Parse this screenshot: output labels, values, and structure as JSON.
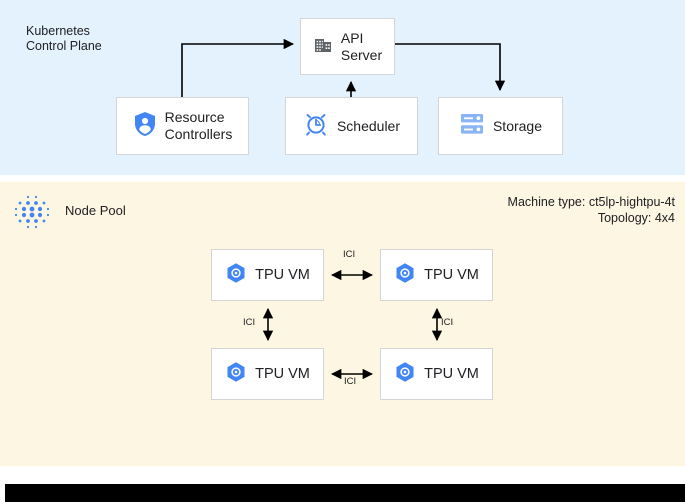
{
  "control_plane": {
    "label": "Kubernetes\nControl Plane",
    "background_color": "#e3f2fd",
    "nodes": [
      {
        "id": "api-server",
        "label": "API\nServer",
        "icon": "building-icon"
      },
      {
        "id": "resource-controllers",
        "label": "Resource\nControllers",
        "icon": "shield-person-icon"
      },
      {
        "id": "scheduler",
        "label": "Scheduler",
        "icon": "alarm-clock-icon"
      },
      {
        "id": "storage",
        "label": "Storage",
        "icon": "server-stack-icon"
      }
    ]
  },
  "node_pool": {
    "label": "Node Pool",
    "icon": "dot-grid-icon",
    "background_color": "#fdf6e3",
    "machine_type_line": "Machine type: ct5lp-hightpu-4t",
    "topology_line": "Topology: 4x4",
    "vms": [
      {
        "id": "tpu-vm-1",
        "label": "TPU VM",
        "icon": "tpu-hexagon-icon"
      },
      {
        "id": "tpu-vm-2",
        "label": "TPU VM",
        "icon": "tpu-hexagon-icon"
      },
      {
        "id": "tpu-vm-3",
        "label": "TPU VM",
        "icon": "tpu-hexagon-icon"
      },
      {
        "id": "tpu-vm-4",
        "label": "TPU VM",
        "icon": "tpu-hexagon-icon"
      }
    ],
    "interconnects": [
      {
        "id": "ici-top",
        "label": "ICI",
        "from": "tpu-vm-1",
        "to": "tpu-vm-2"
      },
      {
        "id": "ici-left",
        "label": "ICI",
        "from": "tpu-vm-1",
        "to": "tpu-vm-3"
      },
      {
        "id": "ici-right",
        "label": "ICI",
        "from": "tpu-vm-2",
        "to": "tpu-vm-4"
      },
      {
        "id": "ici-bottom",
        "label": "ICI",
        "from": "tpu-vm-3",
        "to": "tpu-vm-4"
      }
    ]
  },
  "colors": {
    "blue_accent": "#4285f4",
    "light_blue_accent": "#8ab4f8",
    "panel_blue": "#e3f2fd",
    "panel_cream": "#fdf6e3",
    "box_border": "#d5d5d5",
    "text": "#202124",
    "edge": "#000000"
  }
}
